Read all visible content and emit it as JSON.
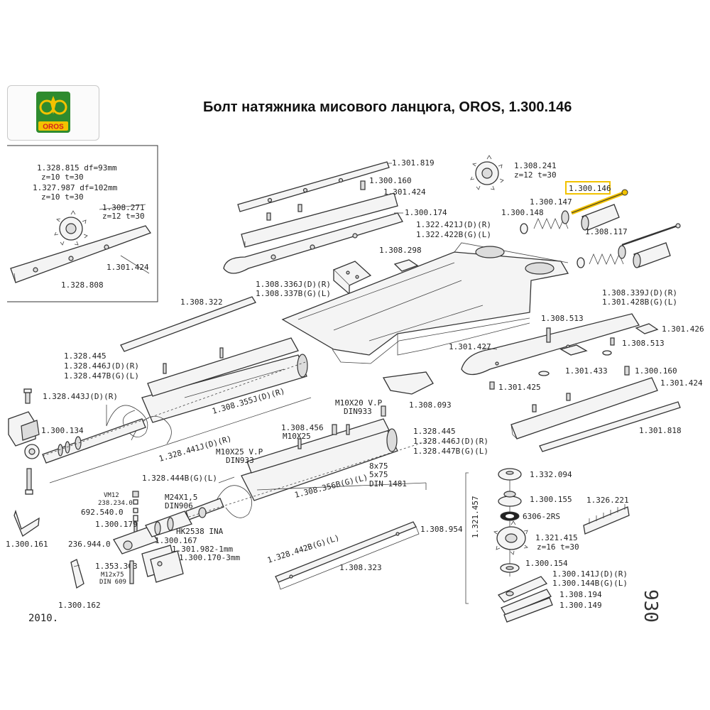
{
  "title": "Болт натяжника мисового ланцюга, OROS, 1.300.146",
  "logo": {
    "text": "OROS",
    "colors": {
      "green": "#2e8b2e",
      "yellow": "#f2c200",
      "red": "#d61f1f"
    }
  },
  "highlight_color": "#f2c200",
  "highlighted_part": "1.300.146",
  "page_code": "930",
  "year": "2010.",
  "labels": {
    "l1328815": "1.328.815  df=93mm",
    "l1328815z": "z=10  t=30",
    "l1327987": "1.327.987  df=102mm",
    "l1327987z": "z=10  t=30",
    "l1308271": "1.308.271",
    "l1308271z": "z=12  t=30",
    "l1301424a": "1.301.424",
    "l1328808": "1.328.808",
    "l1301819": "1.301.819",
    "l1300160a": "1.300.160",
    "l1301424b": "1.301.424",
    "l1300174": "1.300.174",
    "l1322421": "1.322.421J(D)(R)",
    "l1322422": "1.322.422B(G)(L)",
    "l1308298": "1.308.298",
    "l1308336": "1.308.336J(D)(R)",
    "l1308337": "1.308.337B(G)(L)",
    "l1308322": "1.308.322",
    "l1308241": "1.308.241",
    "l1308241z": "z=12  t=30",
    "l1300146": "1.300.146",
    "l1300147": "1.300.147",
    "l1300148": "1.300.148",
    "l1308117": "1.308.117",
    "l1308339": "1.308.339J(D)(R)",
    "l1301428": "1.301.428B(G)(L)",
    "l1308513a": "1.308.513",
    "l1301426": "1.301.426",
    "l1301427": "1.301.427",
    "l1308513b": "1.308.513",
    "l1301433": "1.301.433",
    "l1300160b": "1.300.160",
    "l1301425": "1.301.425",
    "l1301424c": "1.301.424",
    "l1301818": "1.301.818",
    "l1328445a": "1.328.445",
    "l1328446a": "1.328.446J(D)(R)",
    "l1328447a": "1.328.447B(G)(L)",
    "l1328443": "1.328.443J(D)(R)",
    "l1308355": "1.308.355J(D)(R)",
    "l1300134": "1.300.134",
    "l1328441": "1.328.441J(D)(R)",
    "l1308093": "1.308.093",
    "lm10x20": "M10X20 V.P",
    "ldin933a": "DIN933",
    "l1308456": "1.308.456",
    "lm10x25a": "M10X25",
    "l1328445b": "1.328.445",
    "l1328446b": "1.328.446J(D)(R)",
    "l1328447b": "1.328.447B(G)(L)",
    "lm10x25b": "M10X25 V.P",
    "ldin933b": "DIN933",
    "l8x75": "8x75",
    "l5x75": "5x75",
    "ldin1481": "DIN 1481",
    "l1328444": "1.328.444B(G)(L)",
    "l1308356": "1.308.356B(G)(L)",
    "lvm12": "VM12",
    "l238234": "238.234.0",
    "l692540": "692.540.0",
    "l1300179": "1.300.179",
    "lm24": "M24X1,5",
    "ldin906": "DIN906",
    "lhk2538": "HK2538 INA",
    "l236944": "236.944.0",
    "l1300167": "1.300.167",
    "l1301982": "1.301.982-1mm",
    "l1300170": "1.300.170-3mm",
    "l1353303": "1.353.303",
    "lm12x75": "M12x75",
    "ldin609": "DIN 609",
    "l1300161": "1.300.161",
    "l1300162": "1.300.162",
    "l1328442": "1.328.442B(G)(L)",
    "l1308323": "1.308.323",
    "l1308954": "1.308.954",
    "l1332094": "1.332.094",
    "l1321457": "1.321.457",
    "l1300155": "1.300.155",
    "l6306": "6306-2RS",
    "l1326221": "1.326.221",
    "l1321415": "1.321.415",
    "l1321415z": "z=16  t=30",
    "l1300154": "1.300.154",
    "l1300141": "1.300.141J(D)(R)",
    "l1300144": "1.300.144B(G)(L)",
    "l1308194": "1.308.194",
    "l1300149": "1.300.149"
  }
}
